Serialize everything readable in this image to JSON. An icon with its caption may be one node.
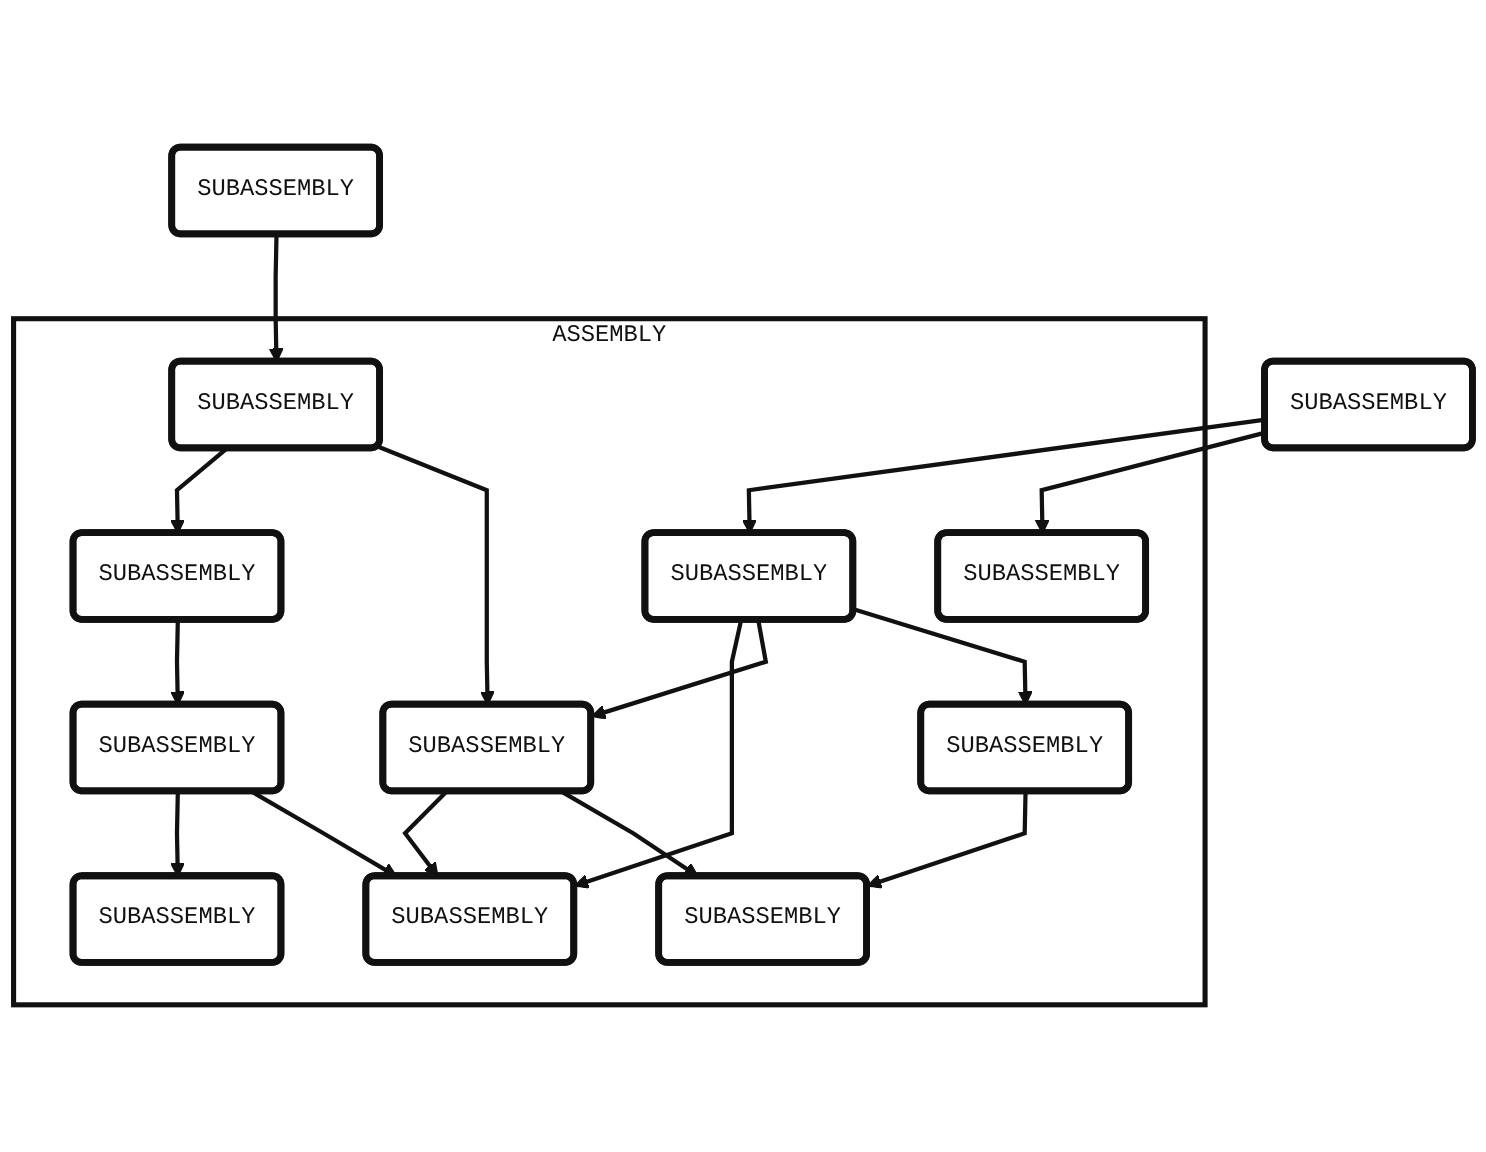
{
  "diagram": {
    "nodes": [
      {
        "text": [
          "SUBASSEMBLY"
        ]
      },
      {
        "text": [
          "SUBASSEMBLY"
        ]
      },
      {
        "text": [
          "ASSEMBLY"
        ]
      },
      {
        "text": [
          "SUBASSEMBLY"
        ],
        "in": 2
      },
      {
        "text": [
          "SUBASSEMBLY"
        ],
        "in": 2
      },
      {
        "text": [
          "SUBASSEMBLY"
        ],
        "in": 2
      },
      {
        "text": [
          "SUBASSEMBLY"
        ],
        "in": 2
      },
      {
        "text": [
          "SUBASSEMBLY"
        ],
        "in": 2
      },
      {
        "text": [
          "SUBASSEMBLY"
        ],
        "in": 2
      },
      {
        "text": [
          "SUBASSEMBLY"
        ],
        "in": 2
      },
      {
        "text": [
          "SUBASSEMBLY"
        ],
        "in": 2
      },
      {
        "text": [
          "SUBASSEMBLY"
        ],
        "in": 2
      },
      {
        "text": [
          "SUBASSEMBLY"
        ],
        "in": 2
      }
    ],
    "edges": [
      {
        "from": 0,
        "to": 3,
        "arrow": "to"
      },
      {
        "from": 1,
        "to": 4,
        "arrow": "to"
      },
      {
        "from": 1,
        "to": 5,
        "arrow": "to"
      },
      {
        "from": 3,
        "to": 6,
        "arrow": "to"
      },
      {
        "from": 3,
        "to": 9,
        "arrow": "to"
      },
      {
        "from": 4,
        "to": 11,
        "arrow": "to"
      },
      {
        "from": 4,
        "to": 9,
        "arrow": "to"
      },
      {
        "from": 4,
        "to": 7,
        "arrow": "to"
      },
      {
        "from": 6,
        "to": 8,
        "arrow": "to"
      },
      {
        "from": 8,
        "to": 10,
        "arrow": "to"
      },
      {
        "from": 8,
        "to": 11,
        "arrow": "to"
      },
      {
        "from": 9,
        "to": 11,
        "arrow": "to"
      },
      {
        "from": 9,
        "to": 12,
        "arrow": "to"
      },
      {
        "from": 7,
        "to": 12,
        "arrow": "to"
      }
    ]
  }
}
